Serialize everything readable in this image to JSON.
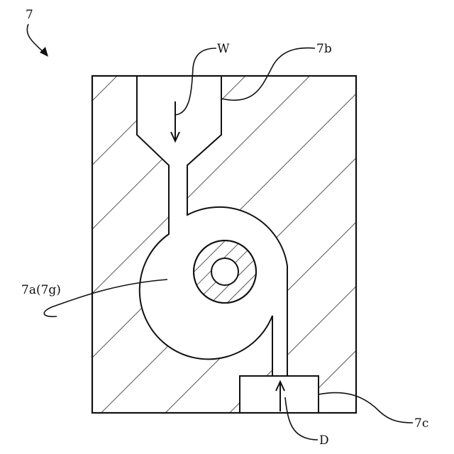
{
  "figure": {
    "ref_numeral": "7",
    "labels": {
      "inflow": "W",
      "outflow": "D",
      "body": "7b",
      "outlet_block": "7c",
      "chamber": "7a(7g)"
    }
  }
}
